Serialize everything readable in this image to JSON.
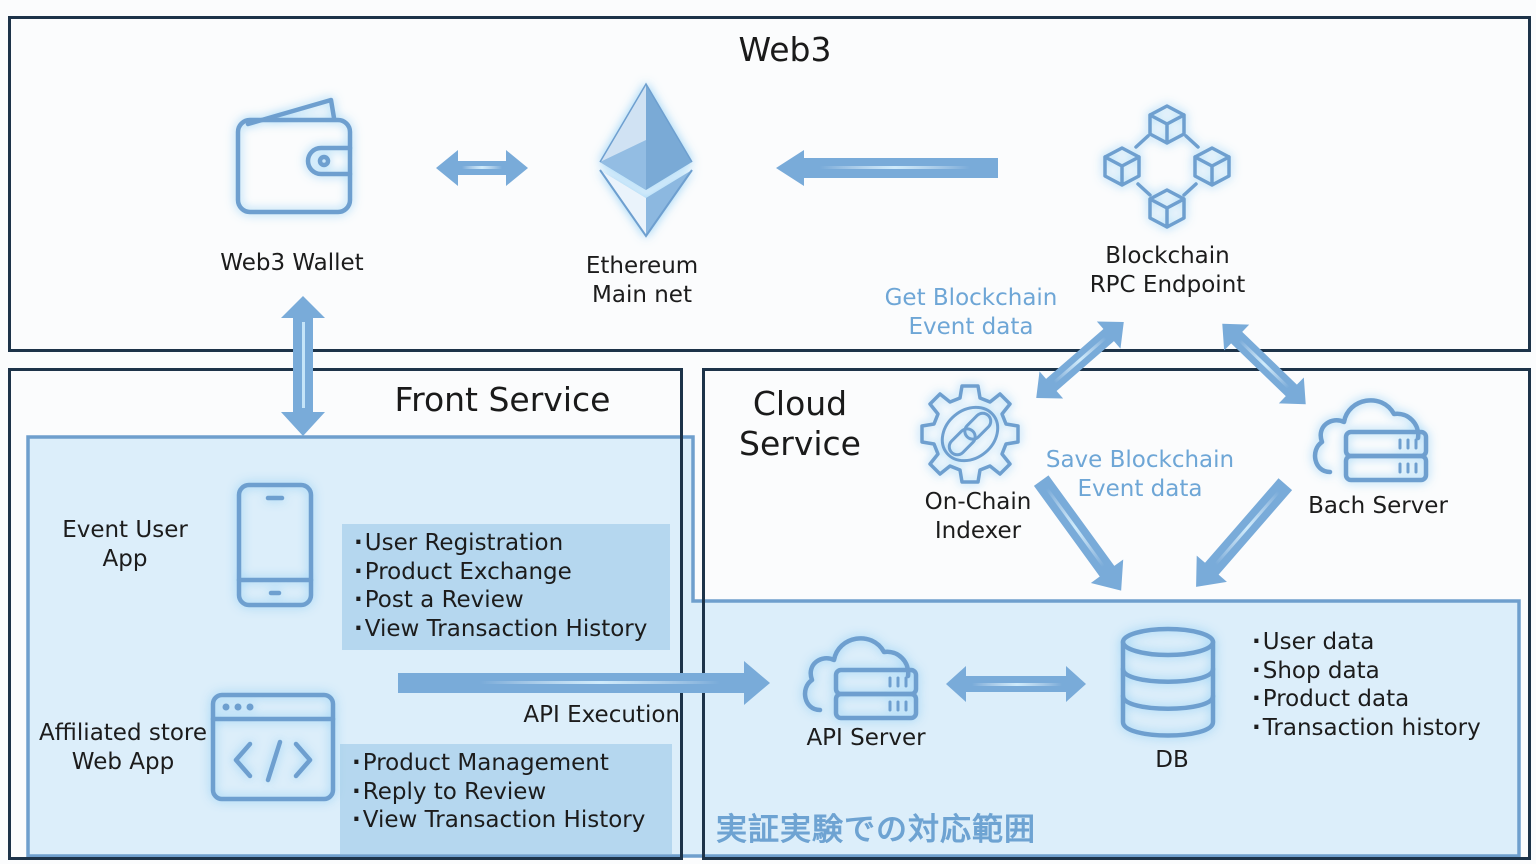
{
  "diagram": {
    "sections": {
      "web3": {
        "title": "Web3"
      },
      "front_service": {
        "title": "Front Service"
      },
      "cloud_service": {
        "title_line1": "Cloud",
        "title_line2": "Service"
      }
    },
    "scope_label": "実証実験での対応範囲",
    "nodes": {
      "web3_wallet": {
        "label": "Web3 Wallet",
        "icon": "wallet-icon"
      },
      "ethereum": {
        "label_line1": "Ethereum",
        "label_line2": "Main net",
        "icon": "ethereum-icon"
      },
      "rpc_endpoint": {
        "label_line1": "Blockchain",
        "label_line2": "RPC Endpoint",
        "icon": "blockchain-network-icon"
      },
      "event_user_app": {
        "label_line1": "Event User",
        "label_line2": "App",
        "icon": "smartphone-icon",
        "features": [
          "User Registration",
          "Product Exchange",
          "Post a Review",
          "View Transaction History"
        ]
      },
      "affiliated_store_web_app": {
        "label_line1": "Affiliated store",
        "label_line2": "Web App",
        "icon": "code-window-icon",
        "features": [
          "Product Management",
          "Reply to Review",
          "View Transaction History"
        ]
      },
      "on_chain_indexer": {
        "label_line1": "On-Chain",
        "label_line2": "Indexer",
        "icon": "gear-chain-icon"
      },
      "batch_server": {
        "label": "Bach Server",
        "icon": "cloud-server-icon"
      },
      "api_server": {
        "label": "API Server",
        "icon": "cloud-server-icon"
      },
      "db": {
        "label": "DB",
        "icon": "database-icon",
        "contents": [
          "User data",
          "Shop data",
          "Product data",
          "Transaction history"
        ]
      }
    },
    "edge_labels": {
      "get_event": {
        "line1": "Get Blockchain",
        "line2": "Event data"
      },
      "save_event": {
        "line1": "Save Blockchain",
        "line2": "Event data"
      },
      "api_execution": "API Execution"
    },
    "edges": [
      {
        "from": "web3_wallet",
        "to": "ethereum",
        "direction": "both"
      },
      {
        "from": "rpc_endpoint",
        "to": "ethereum",
        "direction": "forward"
      },
      {
        "from": "web3_wallet",
        "to": "front_service",
        "direction": "both"
      },
      {
        "from": "rpc_endpoint",
        "to": "on_chain_indexer",
        "direction": "both"
      },
      {
        "from": "rpc_endpoint",
        "to": "batch_server",
        "direction": "both"
      },
      {
        "from": "on_chain_indexer",
        "to": "db",
        "direction": "forward"
      },
      {
        "from": "batch_server",
        "to": "db",
        "direction": "forward"
      },
      {
        "from": "front_service",
        "to": "api_server",
        "direction": "forward"
      },
      {
        "from": "api_server",
        "to": "db",
        "direction": "both"
      }
    ],
    "colors": {
      "panel_border": "#1d3349",
      "icon_stroke": "#6e9fcf",
      "arrow_fill": "#79abd9",
      "scope_fill": "#d6ecf8",
      "scope_border": "#6f9fcd",
      "edge_label": "#6ea6d6"
    }
  }
}
